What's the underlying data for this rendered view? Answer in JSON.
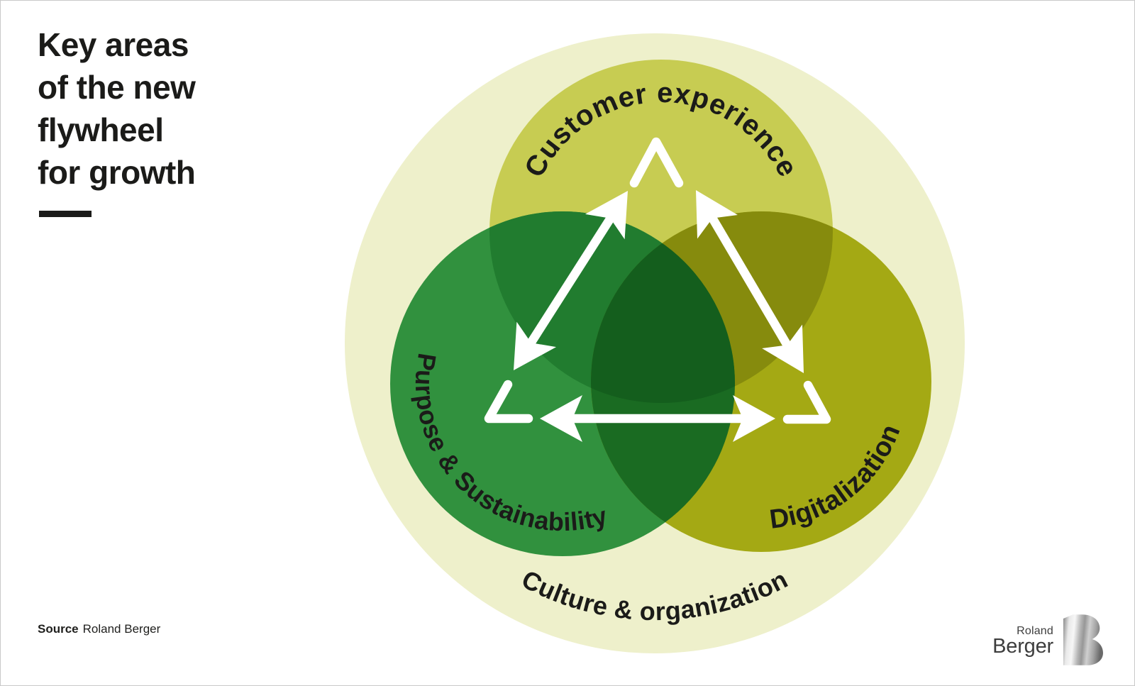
{
  "title": {
    "lines": [
      "Key areas",
      "of the new",
      "flywheel",
      "for growth"
    ]
  },
  "diagram": {
    "outer": {
      "label": "Culture & organization",
      "color": "#EEF0CB"
    },
    "circles": [
      {
        "id": "customer-experience",
        "label": "Customer experience",
        "color": "#C7CC52"
      },
      {
        "id": "purpose-sustainability",
        "label": "Purpose & Sustainability",
        "color": "#31913E"
      },
      {
        "id": "digitalization",
        "label": "Digitalization",
        "color": "#A4A914"
      }
    ],
    "overlaps": {
      "customer_purpose": "#217C2F",
      "customer_digital": "#868B0D",
      "purpose_digital": "#1A6B22",
      "all_three": "#145E1D"
    },
    "arrow_color": "#FFFFFF",
    "label_color": "#1B1B19"
  },
  "footer": {
    "source_label": "Source",
    "source_value": "Roland Berger"
  },
  "logo": {
    "line1": "Roland",
    "line2": "Berger"
  }
}
